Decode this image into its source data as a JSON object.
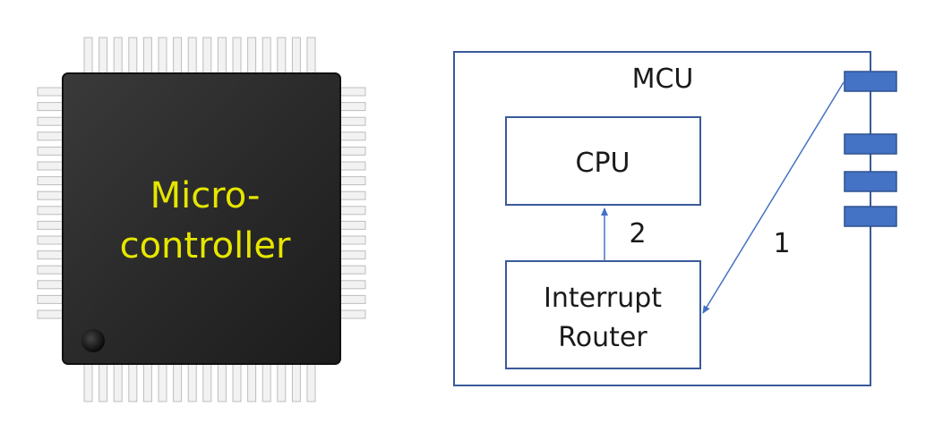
{
  "chip": {
    "label_line1": "Micro-",
    "label_line2": "controller",
    "label_color": "#e6e600",
    "body_color": "#2b2b2b"
  },
  "diagram": {
    "mcu_label": "MCU",
    "cpu_label": "CPU",
    "router_line1": "Interrupt",
    "router_line2": "Router",
    "step1_label": "1",
    "step2_label": "2",
    "border_color": "#3a5a9a",
    "pin_color": "#4472c4",
    "pin_count": 4
  }
}
